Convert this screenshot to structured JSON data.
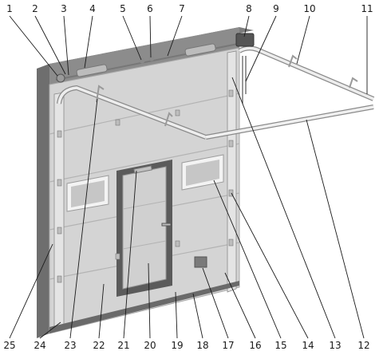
{
  "diagram": {
    "labels_top": [
      "1",
      "2",
      "3",
      "4",
      "5",
      "6",
      "7",
      "8",
      "9",
      "10",
      "11"
    ],
    "labels_bottom": [
      "25",
      "24",
      "23",
      "22",
      "21",
      "20",
      "19",
      "18",
      "17",
      "16",
      "15",
      "14",
      "13",
      "12"
    ],
    "colors": {
      "wall_side": "#6b6b6b",
      "wall_face": "#8a8a8a",
      "door_panel": "#d4d4d4",
      "door_panel_edge": "#bdbdbd",
      "frame_dark": "#5a5a5a",
      "rail": "#e6e6e6",
      "window_frame": "#f2f2f2",
      "window_glass": "#c7c7c7",
      "leader": "#1a1a1a"
    }
  }
}
